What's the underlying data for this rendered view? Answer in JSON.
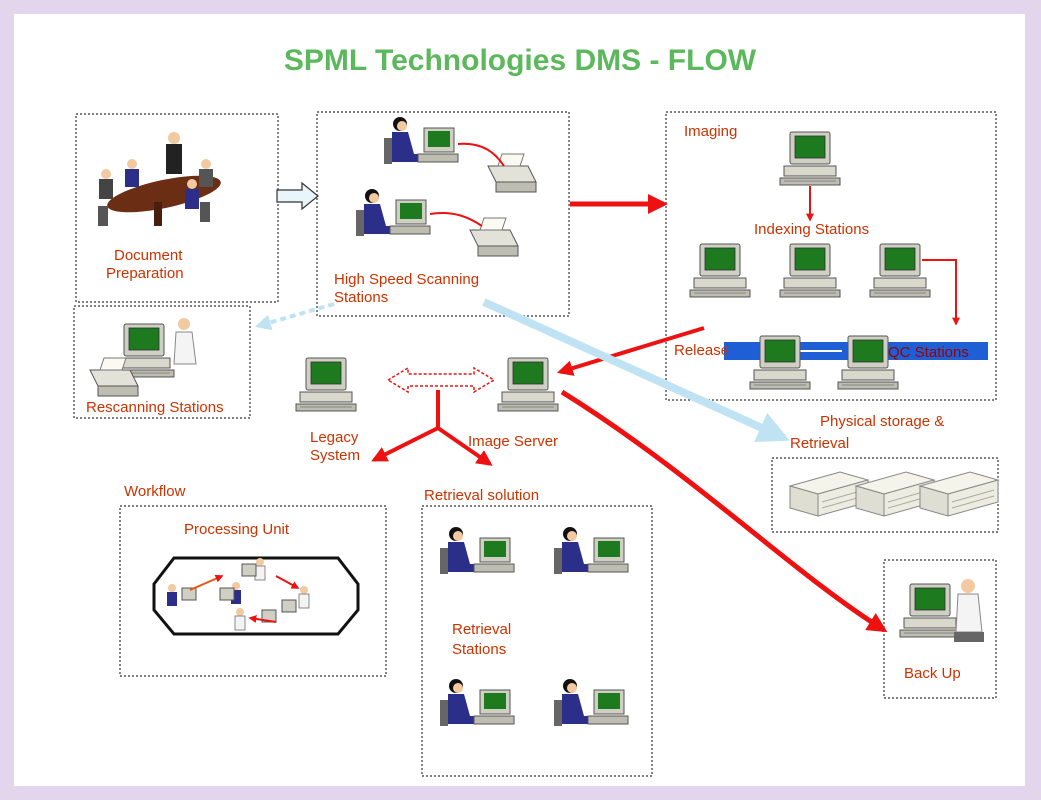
{
  "title": "SPML Technologies DMS - FLOW",
  "labels": {
    "doc_prep_1": "Document",
    "doc_prep_2": "Preparation",
    "scanning_1": "High Speed Scanning",
    "scanning_2": "Stations",
    "imaging": "Imaging",
    "indexing": "Indexing Stations",
    "release": "Release",
    "qc_stations": "QC Stations",
    "rescanning": "Rescanning Stations",
    "legacy_1": "Legacy",
    "legacy_2": "System",
    "image_server": "Image Server",
    "physical_1": "Physical storage &",
    "physical_2": "Retrieval",
    "workflow": "Workflow",
    "processing_unit": "Processing Unit",
    "retrieval_solution": "Retrieval solution",
    "retrieval_st_1": "Retrieval",
    "retrieval_st_2": "Stations",
    "backup": "Back Up"
  },
  "colors": {
    "title": "#5cb85c",
    "label": "#cc3300",
    "arrow": "#ee1111",
    "light_arrow": "#bfe3f2",
    "qc_bar": "#1f5fd6",
    "screen": "#1e7a1e"
  },
  "icons": [
    "meeting-people-icon",
    "scanner-operator-icon",
    "computer-icon",
    "storage-box-icon",
    "person-at-computer-icon"
  ]
}
